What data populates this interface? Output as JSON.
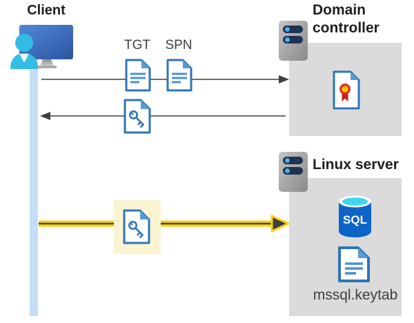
{
  "client": {
    "label": "Client"
  },
  "domain_controller": {
    "label": "Domain controller"
  },
  "linux_server": {
    "label": "Linux server"
  },
  "labels": {
    "tgt": "TGT",
    "spn": "SPN",
    "sql": "SQL",
    "keytab_file": "mssql.keytab"
  },
  "icons": {
    "client": "client-user-monitor-icon",
    "server": "server-icon",
    "document": "document-icon",
    "key_document": "key-document-icon",
    "certificate": "certificate-document-icon",
    "sql_database": "sql-database-icon"
  },
  "colors": {
    "timeline_blue": "#c5ddf7",
    "box_gray": "#dbdbdb",
    "arrow_gray": "#595959",
    "arrowhead_gray": "#404040",
    "arrow_yellow": "#ffd400",
    "highlight_yellow": "#faf3d2",
    "icon_blue": "#2e75b6",
    "icon_blue_light": "#5b9bd5",
    "sql_blue": "#0c64c8",
    "sql_cyan": "#3fd5f0",
    "person_cyan": "#33bce4",
    "pill_navy": "#1e3252",
    "rosette_red": "#d93025",
    "rosette_gold": "#ffc000"
  }
}
